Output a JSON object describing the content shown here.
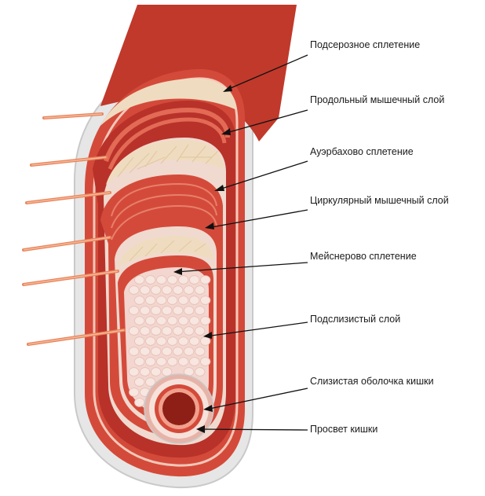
{
  "diagram": {
    "labels": [
      {
        "key": "subserous",
        "text": "Подсерозное сплетение"
      },
      {
        "key": "longitudinal",
        "text": "Продольный мышечный слой"
      },
      {
        "key": "auerbach",
        "text": "Ауэрбахово сплетение"
      },
      {
        "key": "circular",
        "text": "Циркулярный мышечный слой"
      },
      {
        "key": "meissner",
        "text": "Мейснерово сплетение"
      },
      {
        "key": "submucosa",
        "text": "Подслизистый слой"
      },
      {
        "key": "mucosa",
        "text": "Слизистая оболочка кишки"
      },
      {
        "key": "lumen",
        "text": "Просвет кишки"
      }
    ],
    "colors": {
      "serosa": "#c0392b",
      "muscle": "#d44a3a",
      "muscle_dark": "#b8322a",
      "plexus": "#efdcc0",
      "fiber": "#e2c9a0",
      "submucosa": "#f2d6cf",
      "cell": "#f8e6e0",
      "lumen": "#8e1f16",
      "nerve": "#e8845a",
      "outline": "#c9c9c9"
    }
  }
}
